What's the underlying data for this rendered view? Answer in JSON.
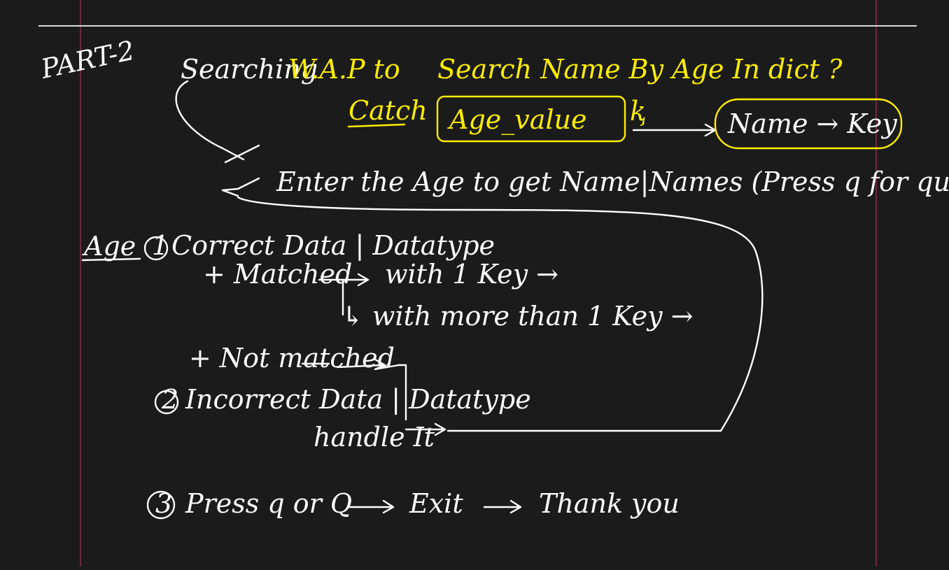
{
  "canvas": {
    "background_color": "#1b1b1b",
    "ink_color": "#ffffff",
    "highlight_color": "#ffee00",
    "margin_line_color": "#b83b6a"
  },
  "notes": {
    "heading": {
      "part": "PART-2",
      "topic": "Searching",
      "task": "W.A.P to",
      "problem": "Search Name By Age In dict ?"
    },
    "mapping": {
      "label": "Catch",
      "age_box": "Age_value",
      "name_box": "Name → Key"
    },
    "prompt": "Enter the Age to get Name|Names (Press q for quit):-",
    "age": {
      "label": "Age",
      "case1": "Correct Data | Datatype",
      "matched": "+ Matched",
      "one_key": "with 1 Key →",
      "many_keys": "↳ with more than 1 Key →",
      "not_matched": "+ Not matched",
      "case2": "Incorrect Data | Datatype",
      "handle_it": "handle It",
      "case3": "Press q or Q",
      "exit": "Exit",
      "thank_you": "Thank you"
    }
  }
}
